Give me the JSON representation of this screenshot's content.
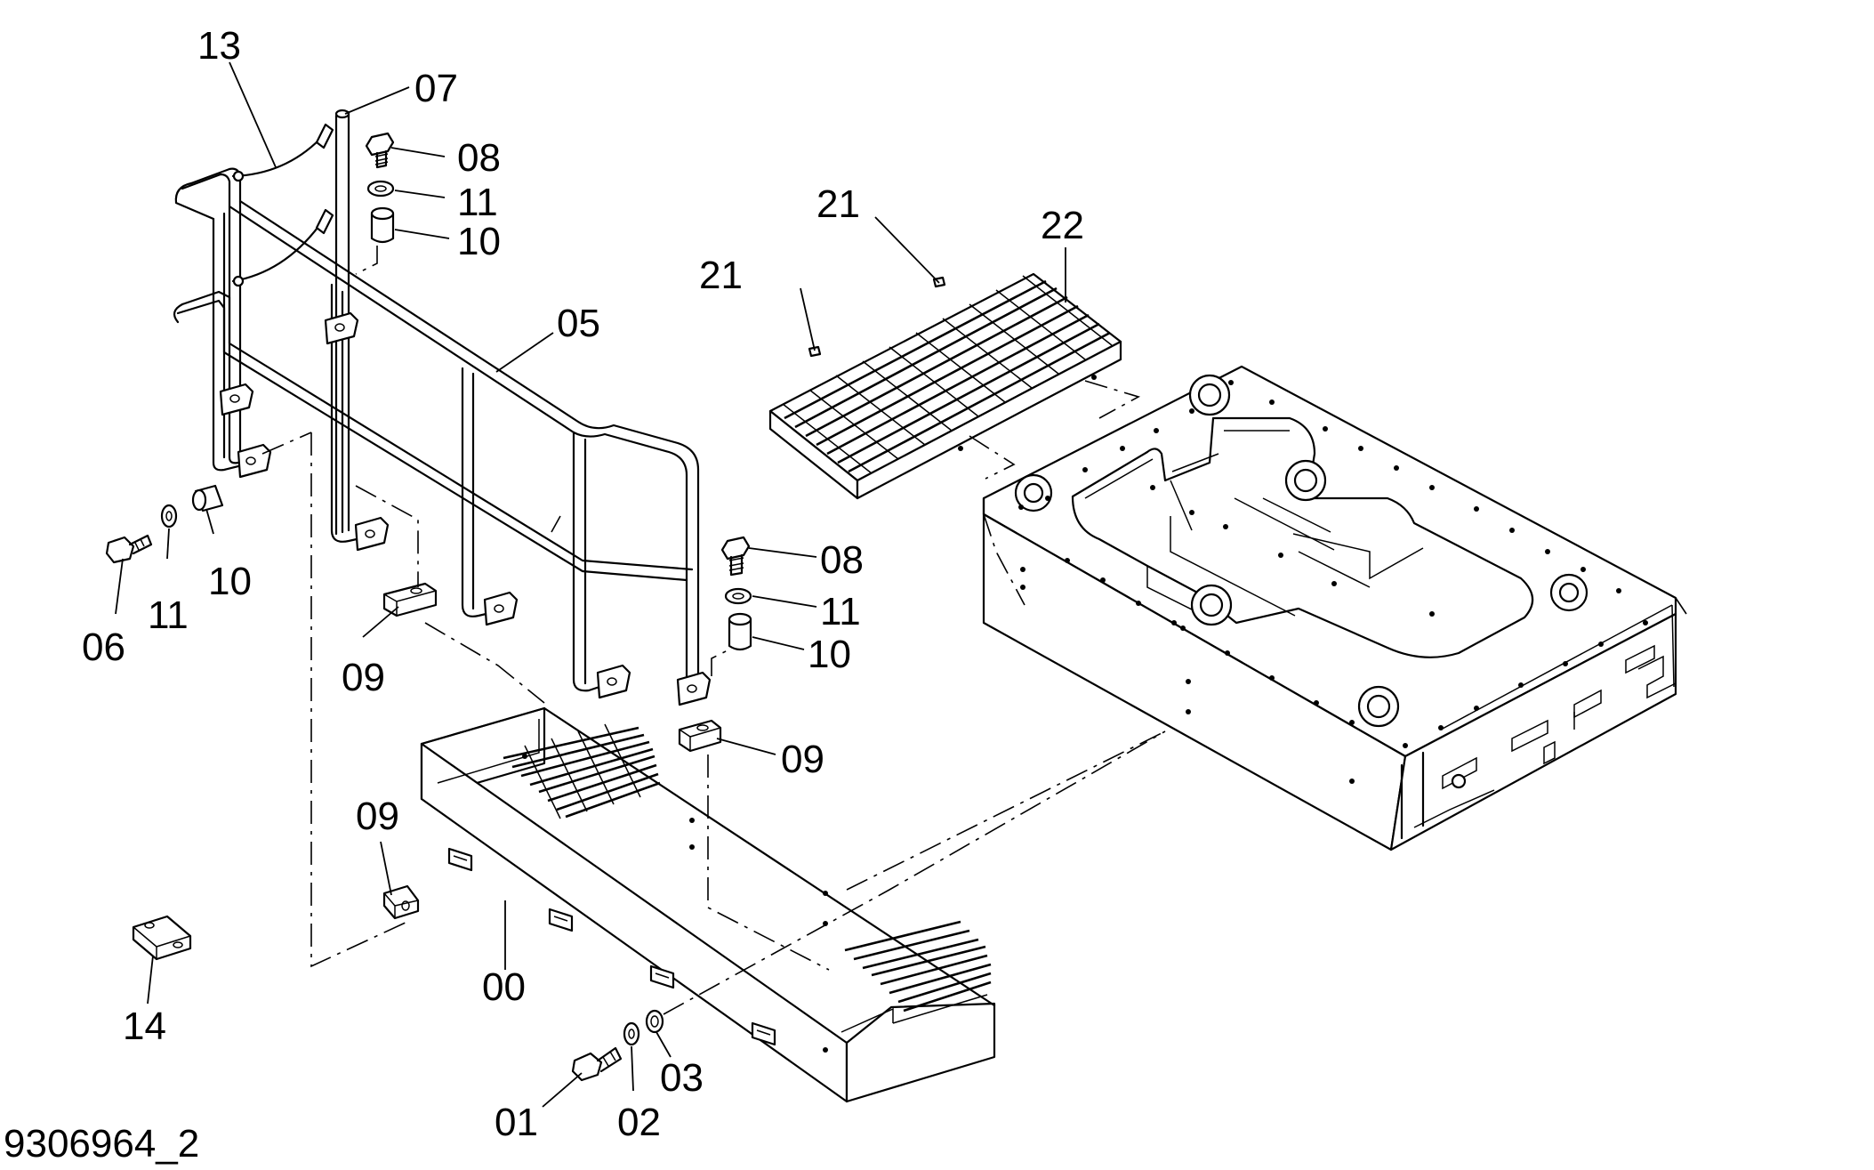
{
  "drawing": {
    "code": "9306964_2"
  },
  "callouts": {
    "c13": "13",
    "c07": "07",
    "c08a": "08",
    "c11a": "11",
    "c10a": "10",
    "c05": "05",
    "c21a": "21",
    "c21b": "21",
    "c22": "22",
    "c06": "06",
    "c11b": "11",
    "c10b": "10",
    "c08b": "08",
    "c11c": "11",
    "c10c": "10",
    "c09a": "09",
    "c09b": "09",
    "c09c": "09",
    "c14": "14",
    "c00": "00",
    "c01": "01",
    "c02": "02",
    "c03": "03"
  }
}
